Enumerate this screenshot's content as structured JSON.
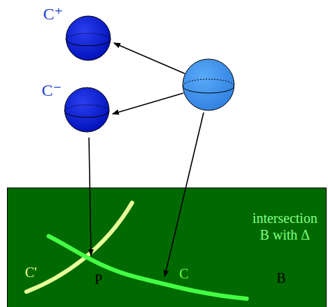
{
  "diagram": {
    "nodes": [
      {
        "text": [
          "C⁺"
        ]
      },
      {
        "text": [
          "C⁻"
        ]
      },
      {
        "text": [
          "intersection B with Δ",
          "B"
        ]
      }
    ],
    "labels": [
      "C'",
      "P",
      "C"
    ]
  }
}
